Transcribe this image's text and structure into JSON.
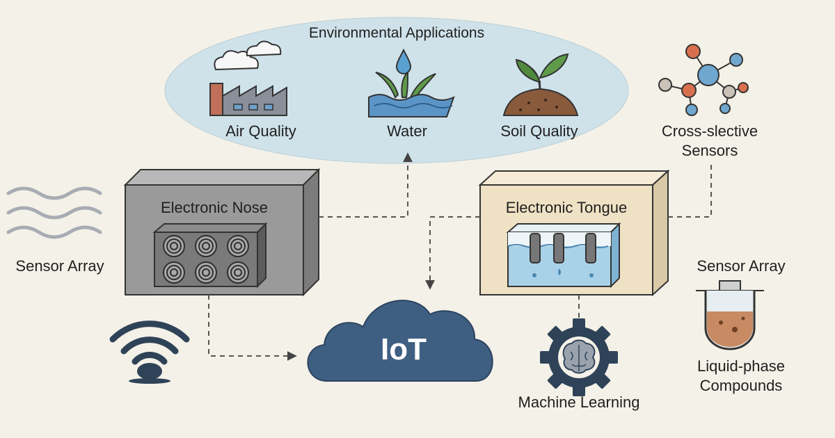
{
  "env": {
    "title": "Environmental Applications",
    "items": [
      {
        "label": "Air Quality",
        "icon": "factory-icon"
      },
      {
        "label": "Water",
        "icon": "water-plant-icon"
      },
      {
        "label": "Soil Quality",
        "icon": "sprout-soil-icon"
      }
    ]
  },
  "nose": {
    "title": "Electronic Nose",
    "icon": "sensor-grid-icon"
  },
  "tongue": {
    "title": "Electronic Tongue",
    "icon": "liquid-electrode-icon"
  },
  "left": {
    "sensor_array": "Sensor Array",
    "icons": [
      "odor-waves-icon",
      "wifi-icon"
    ]
  },
  "right": {
    "cross_line1": "Cross-slective",
    "cross_line2": "Sensors",
    "sensor_array": "Sensor Array",
    "liquid_line1": "Liquid-phase",
    "liquid_line2": "Compounds",
    "icons": [
      "molecule-icon",
      "beaker-icon"
    ]
  },
  "iot": {
    "label": "IoT",
    "icon": "cloud-icon"
  },
  "ml": {
    "label": "Machine Learning",
    "icon": "brain-gear-icon"
  },
  "colors": {
    "background": "#f4f1e8",
    "ellipse": "#cfe2ea",
    "nose_box": "#9a9a9a",
    "tongue_box": "#efe1c4",
    "cloud": "#3f5f82",
    "dark": "#2f4358"
  }
}
